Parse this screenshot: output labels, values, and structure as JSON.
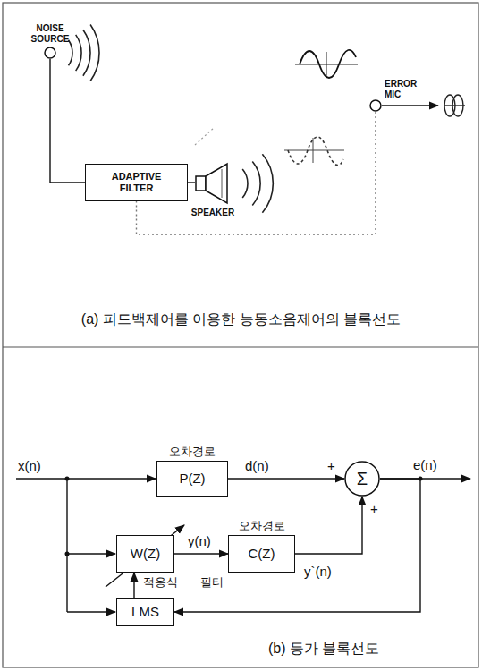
{
  "diagram": {
    "nodes": [
      {
        "text": [
          "NOISE SOURCE"
        ]
      },
      {
        "text": [
          "ADAPTIVE FILTER"
        ]
      },
      {
        "text": [
          "SPEAKER"
        ]
      },
      {
        "text": [
          "ERROR MIC"
        ]
      },
      {
        "text": [
          "오차경로",
          "P(Z)"
        ]
      },
      {
        "text": [
          "Σ"
        ]
      },
      {
        "text": [
          "W(Z)"
        ]
      },
      {
        "text": [
          "오차경로",
          "C(Z)"
        ]
      },
      {
        "text": [
          "LMS"
        ]
      }
    ],
    "edges": [
      {
        "from": 0,
        "to": 1,
        "arrow": "none"
      },
      {
        "from": 1,
        "to": 2,
        "arrow": "none"
      },
      {
        "from": 3,
        "to": 1,
        "arrow": "none"
      },
      {
        "from": 4,
        "to": 5,
        "label": "d(n)",
        "arrow": "to"
      },
      {
        "from": 6,
        "to": 7,
        "label": "y(n)",
        "arrow": "to"
      },
      {
        "from": 7,
        "to": 5,
        "label": "y`(n)",
        "arrow": "to"
      },
      {
        "from": 5,
        "to": 8,
        "arrow": "to"
      },
      {
        "from": 8,
        "to": 6,
        "arrow": "to"
      }
    ],
    "labels": [
      "(a) 피드백제어를 이용한 능동소음제어의 블록선도",
      "x(n)",
      "+",
      "+",
      "e(n)",
      "적응식",
      "필터",
      "(b) 등가 블록선도"
    ]
  }
}
